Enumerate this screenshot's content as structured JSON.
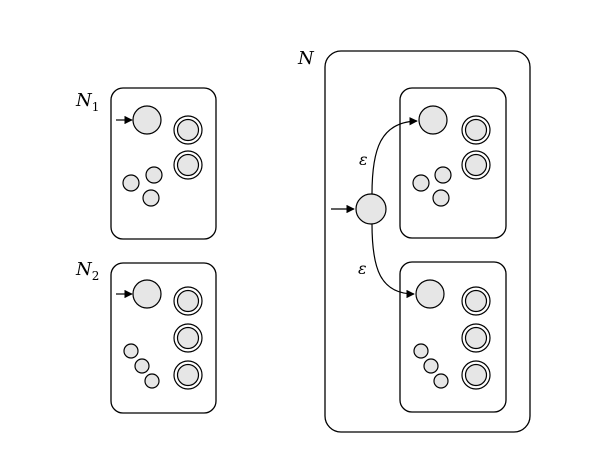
{
  "diagram": {
    "nfa_left_top": {
      "name": "N",
      "subscript": "1"
    },
    "nfa_left_bottom": {
      "name": "N",
      "subscript": "2"
    },
    "union_nfa": {
      "name": "N"
    },
    "epsilon_top": "ε",
    "epsilon_bottom": "ε",
    "colors": {
      "stroke": "#000000",
      "state_fill": "#e6e6e6",
      "background": "#ffffff"
    }
  }
}
